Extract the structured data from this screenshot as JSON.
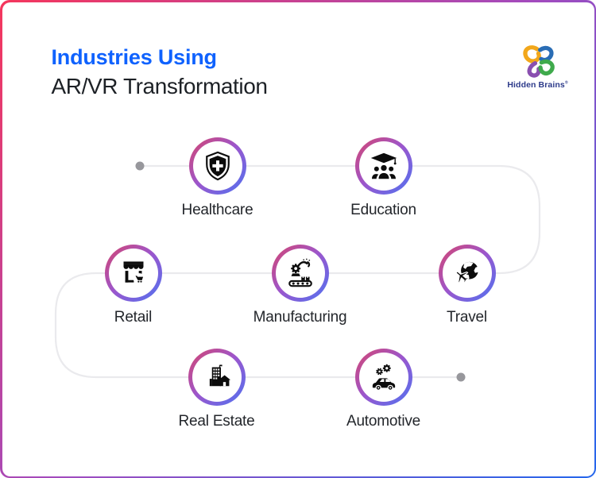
{
  "header": {
    "title_line1": "Industries Using",
    "title_line2": "AR/VR Transformation",
    "title_color": "#0f62fe",
    "brand": "Hidden Brains",
    "reg_mark": "®"
  },
  "industries": [
    {
      "label": "Healthcare",
      "icon": "shield-cross-icon"
    },
    {
      "label": "Education",
      "icon": "graduation-people-icon"
    },
    {
      "label": "Retail",
      "icon": "storefront-cart-icon"
    },
    {
      "label": "Manufacturing",
      "icon": "robot-arm-conveyor-icon"
    },
    {
      "label": "Travel",
      "icon": "globe-airplane-icon"
    },
    {
      "label": "Real Estate",
      "icon": "buildings-icon"
    },
    {
      "label": "Automotive",
      "icon": "car-gears-icon"
    }
  ],
  "colors": {
    "card_border_gradient": [
      "#f5365c",
      "#a24bbe",
      "#2467ec"
    ],
    "ring_gradient": [
      "#d6456e",
      "#9c56cc",
      "#4e73f2"
    ],
    "connector_line": "#eaeaed",
    "endpoint_dot": "#97979c",
    "icon": "#0c0c0c",
    "label_text": "#23262b",
    "brand_text": "#2c3a8a"
  }
}
